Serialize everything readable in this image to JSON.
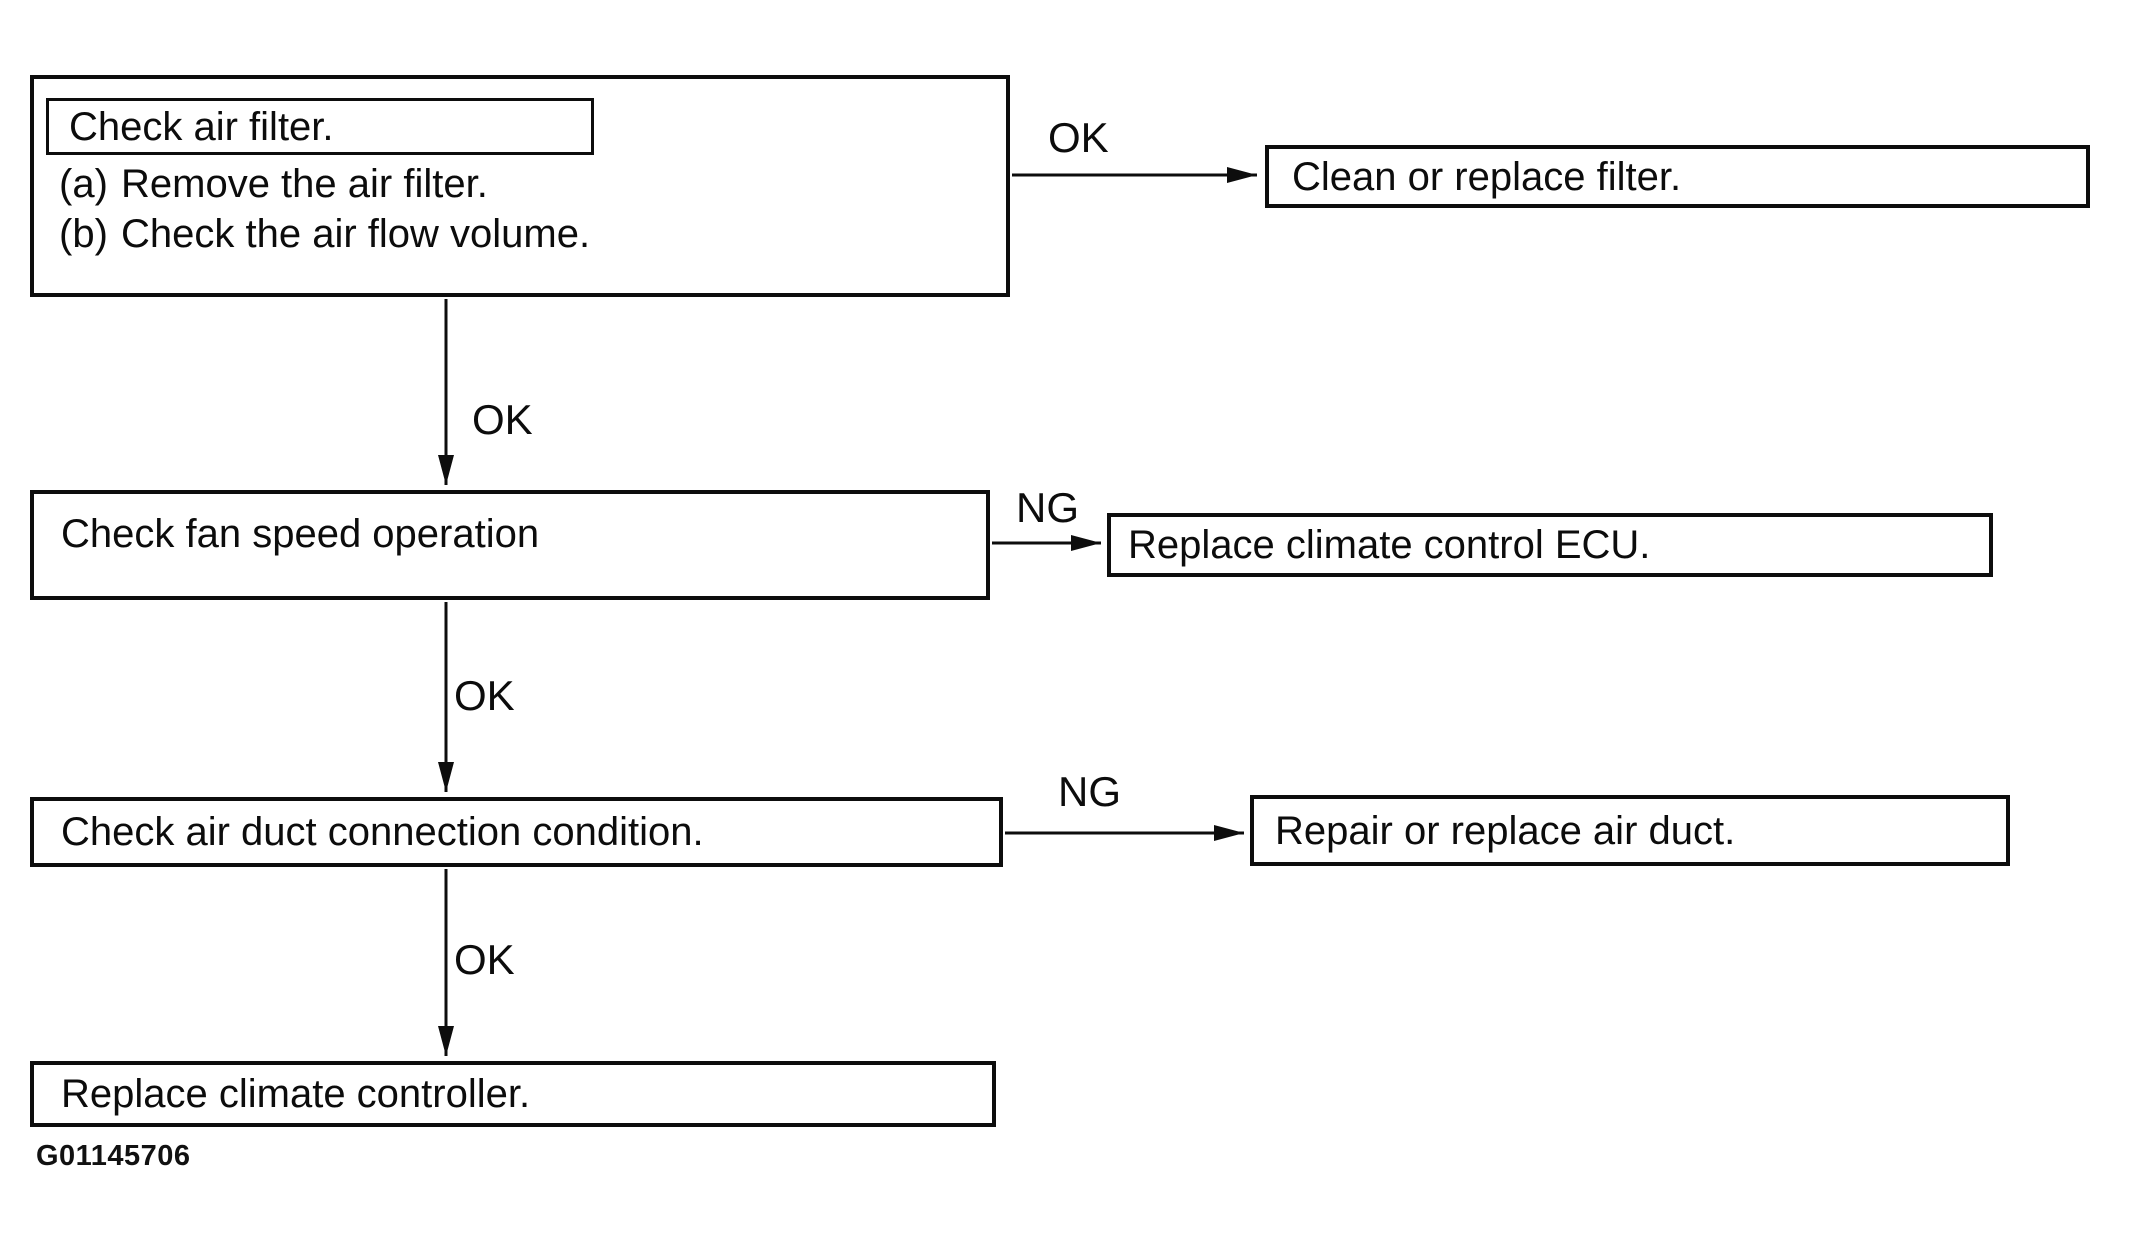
{
  "figure_id": "G01145706",
  "colors": {
    "ink": "#0d0d0d",
    "background": "#ffffff"
  },
  "flowchart": {
    "steps": [
      {
        "id": "check-air-filter",
        "title": "Check air filter.",
        "substeps": [
          {
            "label": "(a)",
            "text": "Remove the air filter."
          },
          {
            "label": "(b)",
            "text": "Check the air flow volume."
          }
        ]
      },
      {
        "id": "check-fan-speed",
        "title": "Check fan speed operation"
      },
      {
        "id": "check-air-duct",
        "title": "Check air duct connection condition."
      },
      {
        "id": "replace-climate-controller",
        "title": "Replace climate controller."
      }
    ],
    "results": [
      {
        "id": "clean-or-replace-filter",
        "title": "Clean or replace filter."
      },
      {
        "id": "replace-climate-control-ecu",
        "title": "Replace climate control ECU."
      },
      {
        "id": "repair-or-replace-air-duct",
        "title": "Repair or replace air duct."
      }
    ],
    "edges": [
      {
        "from": "check-air-filter",
        "to": "clean-or-replace-filter",
        "label": "OK",
        "direction": "right"
      },
      {
        "from": "check-air-filter",
        "to": "check-fan-speed",
        "label": "OK",
        "direction": "down"
      },
      {
        "from": "check-fan-speed",
        "to": "replace-climate-control-ecu",
        "label": "NG",
        "direction": "right"
      },
      {
        "from": "check-fan-speed",
        "to": "check-air-duct",
        "label": "OK",
        "direction": "down"
      },
      {
        "from": "check-air-duct",
        "to": "repair-or-replace-air-duct",
        "label": "NG",
        "direction": "right"
      },
      {
        "from": "check-air-duct",
        "to": "replace-climate-controller",
        "label": "OK",
        "direction": "down"
      }
    ]
  }
}
